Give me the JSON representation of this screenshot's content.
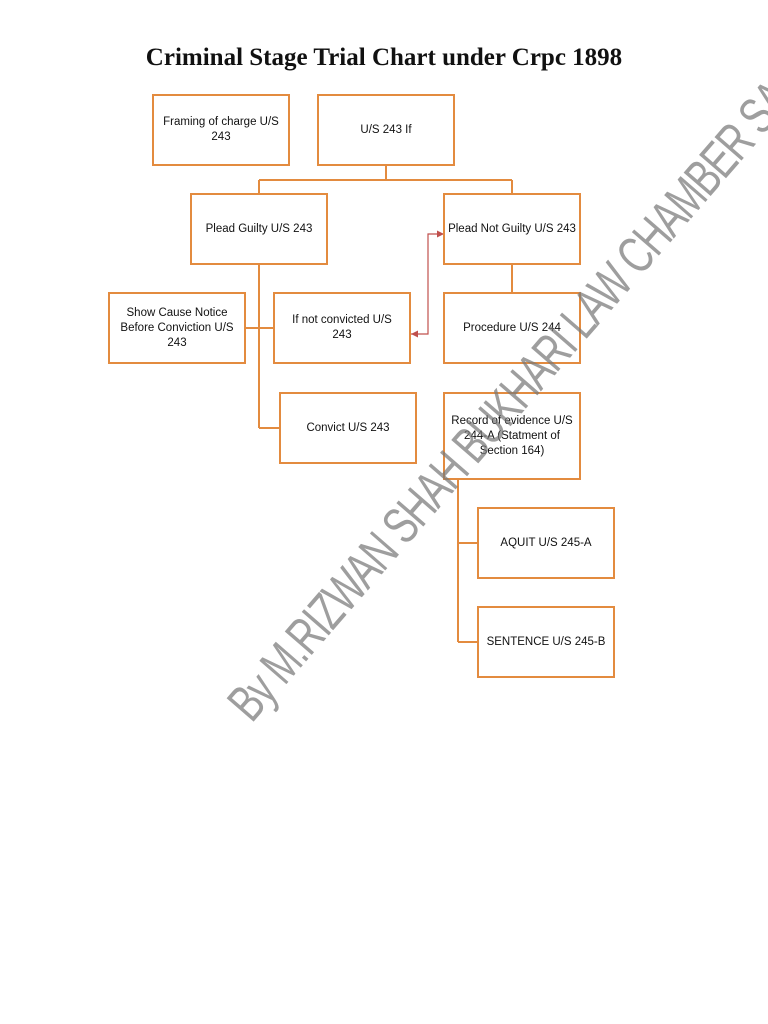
{
  "title": "Criminal Stage Trial Chart under Crpc 1898",
  "watermark": "By M.RIZWAN SHAH BUKHARI LAW CHAMBER SAKHEL",
  "colors": {
    "box_border": "#e38b3f",
    "connector": "#e38b3f",
    "arrow": "#c0504d"
  },
  "nodes": {
    "framing": "Framing of charge U/S 243",
    "us243if": "U/S 243 If",
    "plead_guilty": "Plead Guilty U/S 243",
    "plead_not_guilty": "Plead Not Guilty U/S 243",
    "show_cause": "Show Cause Notice Before Conviction U/S 243",
    "if_not_convicted": "If not convicted U/S 243",
    "procedure": "Procedure U/S 244",
    "convict": "Convict U/S 243",
    "record_evidence": "Record of evidence U/S 244-A (Statment of Section 164)",
    "aquit": "AQUIT U/S 245-A",
    "sentence": "SENTENCE U/S 245-B"
  }
}
